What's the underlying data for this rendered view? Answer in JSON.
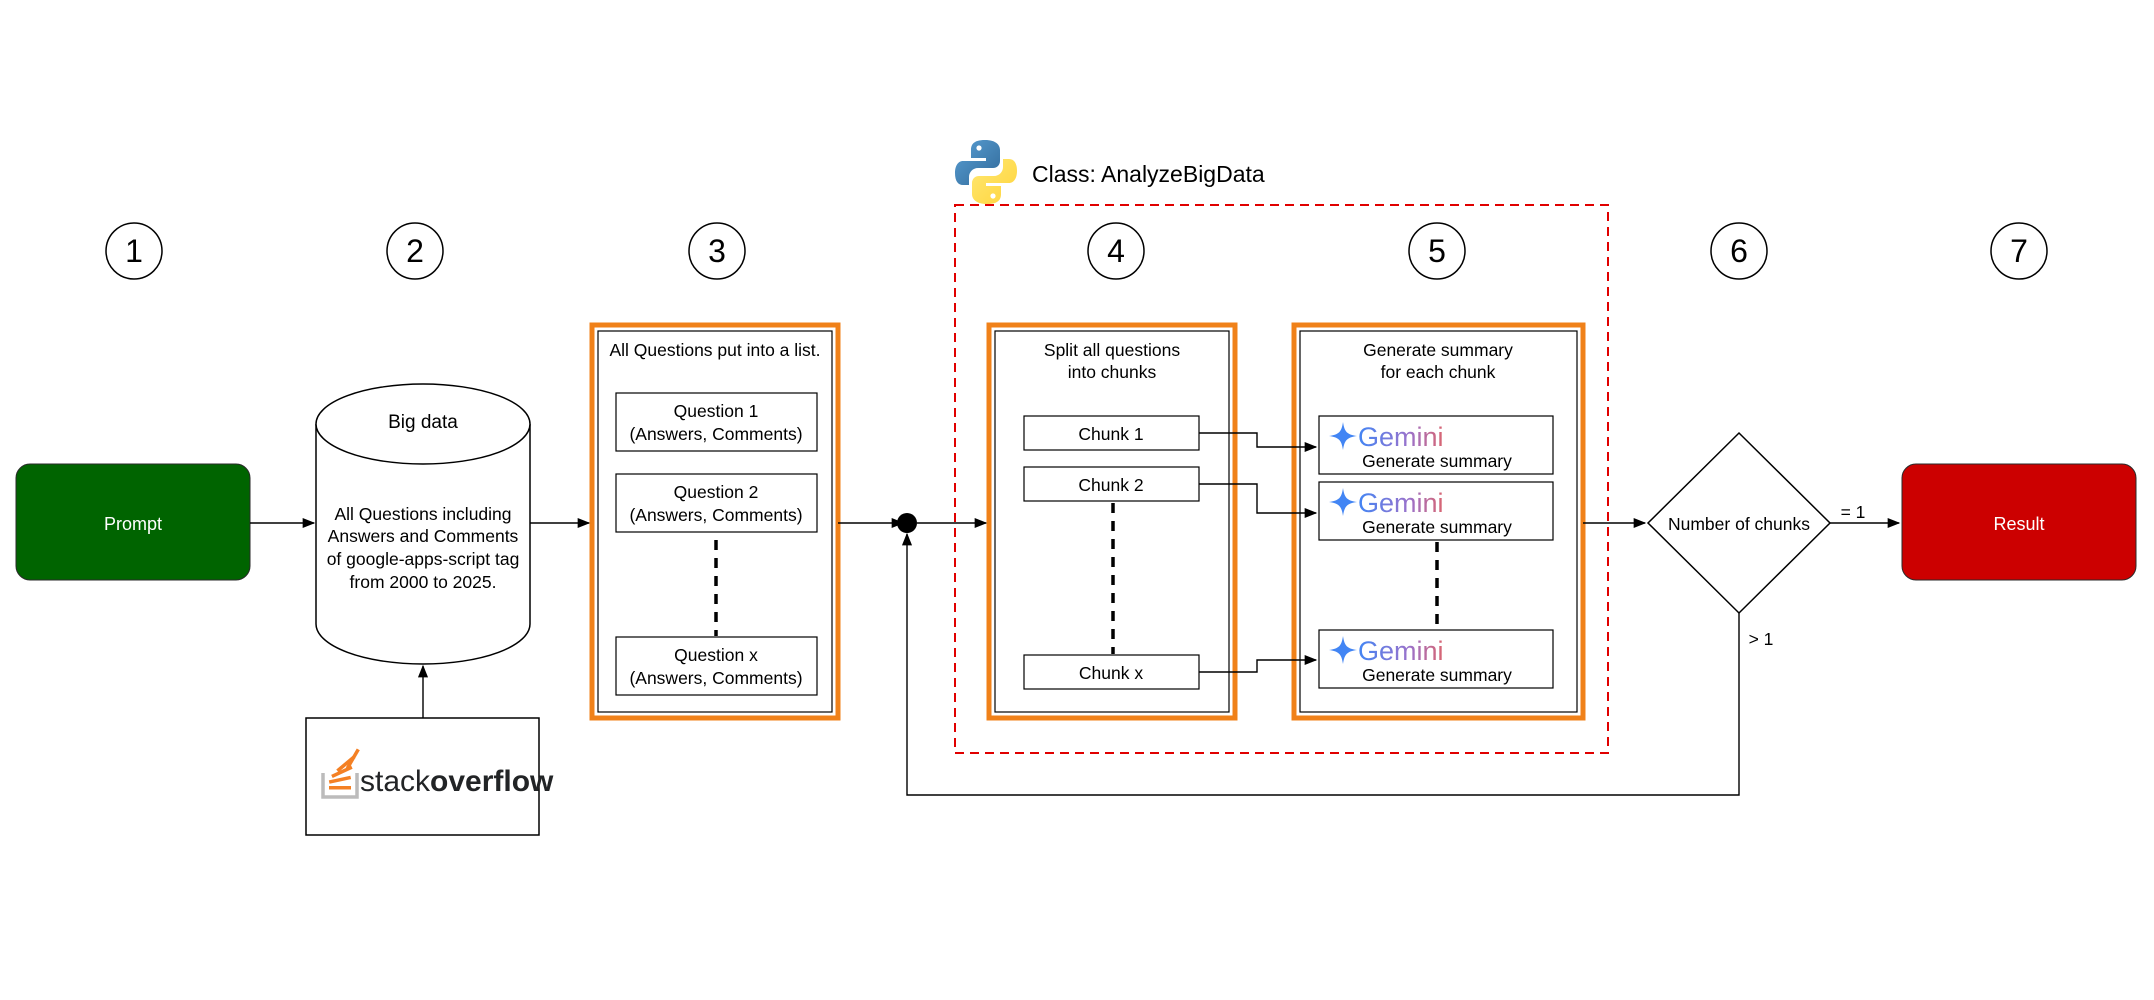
{
  "class_label": "Class: AnalyzeBigData",
  "steps": [
    "1",
    "2",
    "3",
    "4",
    "5",
    "6",
    "7"
  ],
  "prompt": {
    "label": "Prompt",
    "color": "#006400"
  },
  "big_data": {
    "title": "Big data",
    "lines": [
      "All Questions including",
      "Answers and Comments",
      "of google-apps-script tag",
      "from 2000 to 2025."
    ]
  },
  "stackoverflow": {
    "word_light": "stack",
    "word_bold": "overflow"
  },
  "questions": {
    "title": "All Questions put into a list.",
    "items": [
      {
        "name": "Question 1",
        "sub": "(Answers, Comments)"
      },
      {
        "name": "Question 2",
        "sub": "(Answers, Comments)"
      },
      {
        "name": "Question x",
        "sub": "(Answers, Comments)"
      }
    ]
  },
  "split": {
    "title_lines": [
      "Split all questions",
      "into chunks"
    ],
    "chunks": [
      "Chunk 1",
      "Chunk 2",
      "Chunk x"
    ]
  },
  "summaries": {
    "title_lines": [
      "Generate summary",
      "for each chunk"
    ],
    "brand": "Gemini",
    "item_label": "Generate summary"
  },
  "decision": {
    "label": "Number of chunks",
    "eq_label": "= 1",
    "gt_label": "> 1"
  },
  "result": {
    "label": "Result",
    "color": "#CC0000"
  },
  "colors": {
    "orange_border": "#F08119",
    "dashed_red": "#E00000"
  }
}
